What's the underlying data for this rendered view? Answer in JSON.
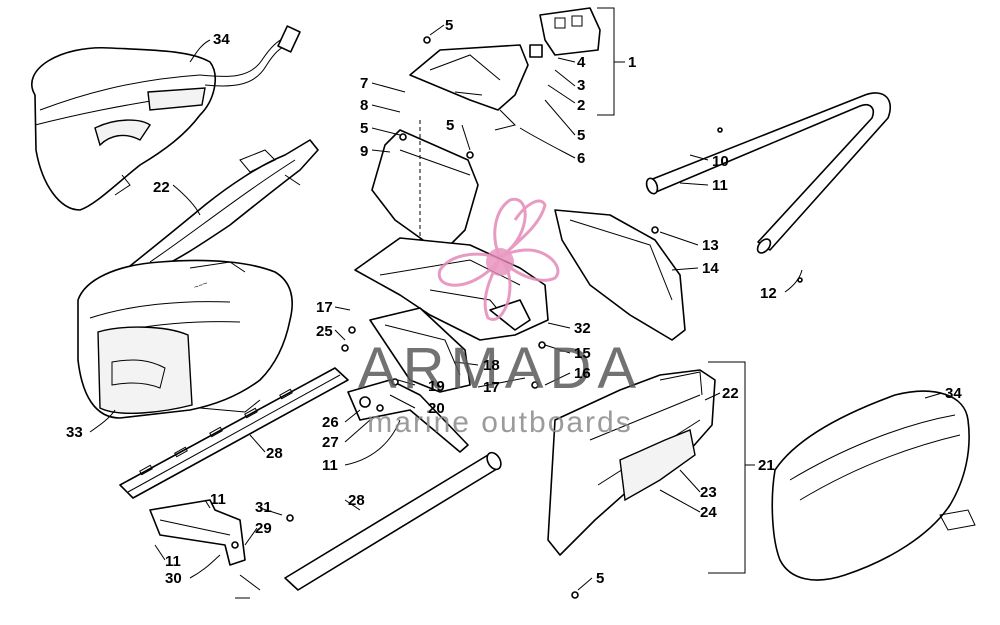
{
  "labels": {
    "l1": "1",
    "l2": "2",
    "l3": "3",
    "l4": "4",
    "l5a": "5",
    "l5b": "5",
    "l5c": "5",
    "l5d": "5",
    "l5e": "5",
    "l6": "6",
    "l7": "7",
    "l8": "8",
    "l9": "9",
    "l10": "10",
    "l11a": "11",
    "l11b": "11",
    "l11c": "11",
    "l11d": "11",
    "l12": "12",
    "l13": "13",
    "l14": "14",
    "l15": "15",
    "l16": "16",
    "l17a": "17",
    "l17b": "17",
    "l18": "18",
    "l19": "19",
    "l20": "20",
    "l21": "21",
    "l22a": "22",
    "l22b": "22",
    "l23": "23",
    "l24": "24",
    "l25": "25",
    "l26": "26",
    "l27": "27",
    "l28a": "28",
    "l28b": "28",
    "l29": "29",
    "l30": "30",
    "l31": "31",
    "l32": "32",
    "l33": "33",
    "l34a": "34",
    "l34b": "34"
  },
  "watermark": {
    "title": "ARMADA",
    "subtitle": "marine outboards"
  },
  "colors": {
    "watermark_logo": "#e58ab8",
    "watermark_text": "#5a5a5a"
  }
}
